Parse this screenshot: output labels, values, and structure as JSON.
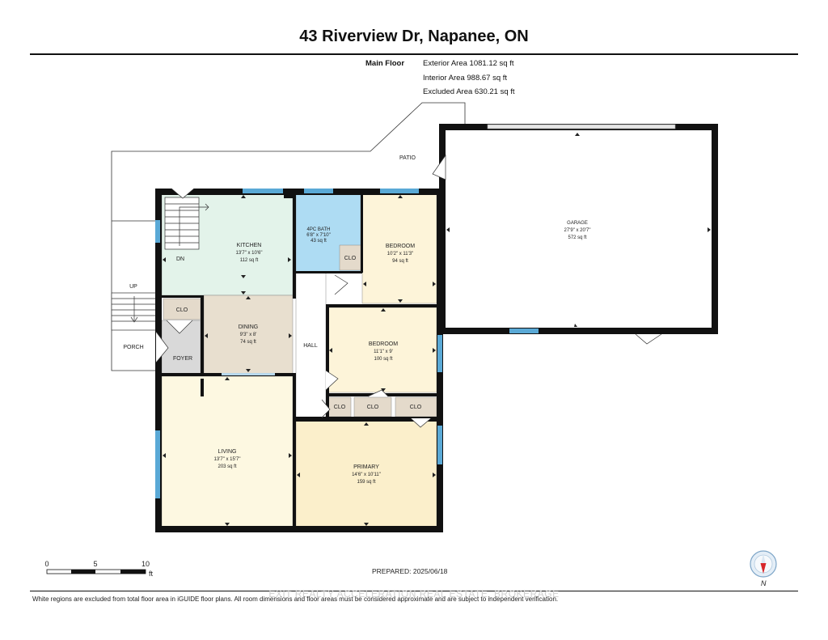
{
  "title": "43 Riverview Dr, Napanee, ON",
  "floor": {
    "name": "Main Floor",
    "exterior_area": "Exterior Area 1081.12 sq ft",
    "interior_area": "Interior Area 988.67 sq ft",
    "excluded_area": "Excluded Area 630.21 sq ft"
  },
  "rooms": {
    "kitchen": {
      "name": "KITCHEN",
      "dims": "13'7\" x 10'6\"",
      "area": "112 sq ft"
    },
    "bath": {
      "name": "4PC BATH",
      "dims": "6'8\" x 7'10\"",
      "area": "43 sq ft"
    },
    "bedroom1": {
      "name": "BEDROOM",
      "dims": "10'2\" x 11'3\"",
      "area": "94 sq ft"
    },
    "garage": {
      "name": "GARAGE",
      "dims": "27'9\" x 20'7\"",
      "area": "572 sq ft"
    },
    "dining": {
      "name": "DINING",
      "dims": "9'3\" x 8'",
      "area": "74 sq ft"
    },
    "bedroom2": {
      "name": "BEDROOM",
      "dims": "11'1\" x 9'",
      "area": "100 sq ft"
    },
    "living": {
      "name": "LIVING",
      "dims": "13'7\" x 15'7\"",
      "area": "203 sq ft"
    },
    "primary": {
      "name": "PRIMARY",
      "dims": "14'6\" x 10'11\"",
      "area": "159 sq ft"
    }
  },
  "labels": {
    "patio": "PATIO",
    "porch": "PORCH",
    "foyer": "FOYER",
    "hall": "HALL",
    "up": "UP",
    "dn": "DN",
    "clo": "CLO"
  },
  "scale": {
    "ticks": [
      "0",
      "5",
      "10"
    ],
    "unit": "ft"
  },
  "prepared": "PREPARED: 2025/06/18",
  "watermark": "EXIT REALTY ACCELERATION REAL ESTATE, BROKERAGE",
  "disclaimer": "White regions are excluded from total floor area in iGUIDE floor plans. All room dimensions and floor areas must be considered approximate and are subject to independent verification.",
  "compass": {
    "label": "N"
  },
  "colors": {
    "kitchen": "#e3f3ea",
    "bath": "#aedcf3",
    "bedroom": "#fdf4d9",
    "dining": "#e8dfcf",
    "living": "#fdf8e1",
    "primary": "#fbefcb",
    "foyer": "#d9d9d9",
    "closet": "#e4dacb",
    "hall": "#ffffff",
    "wall": "#111111",
    "window": "#5aa9d6"
  }
}
